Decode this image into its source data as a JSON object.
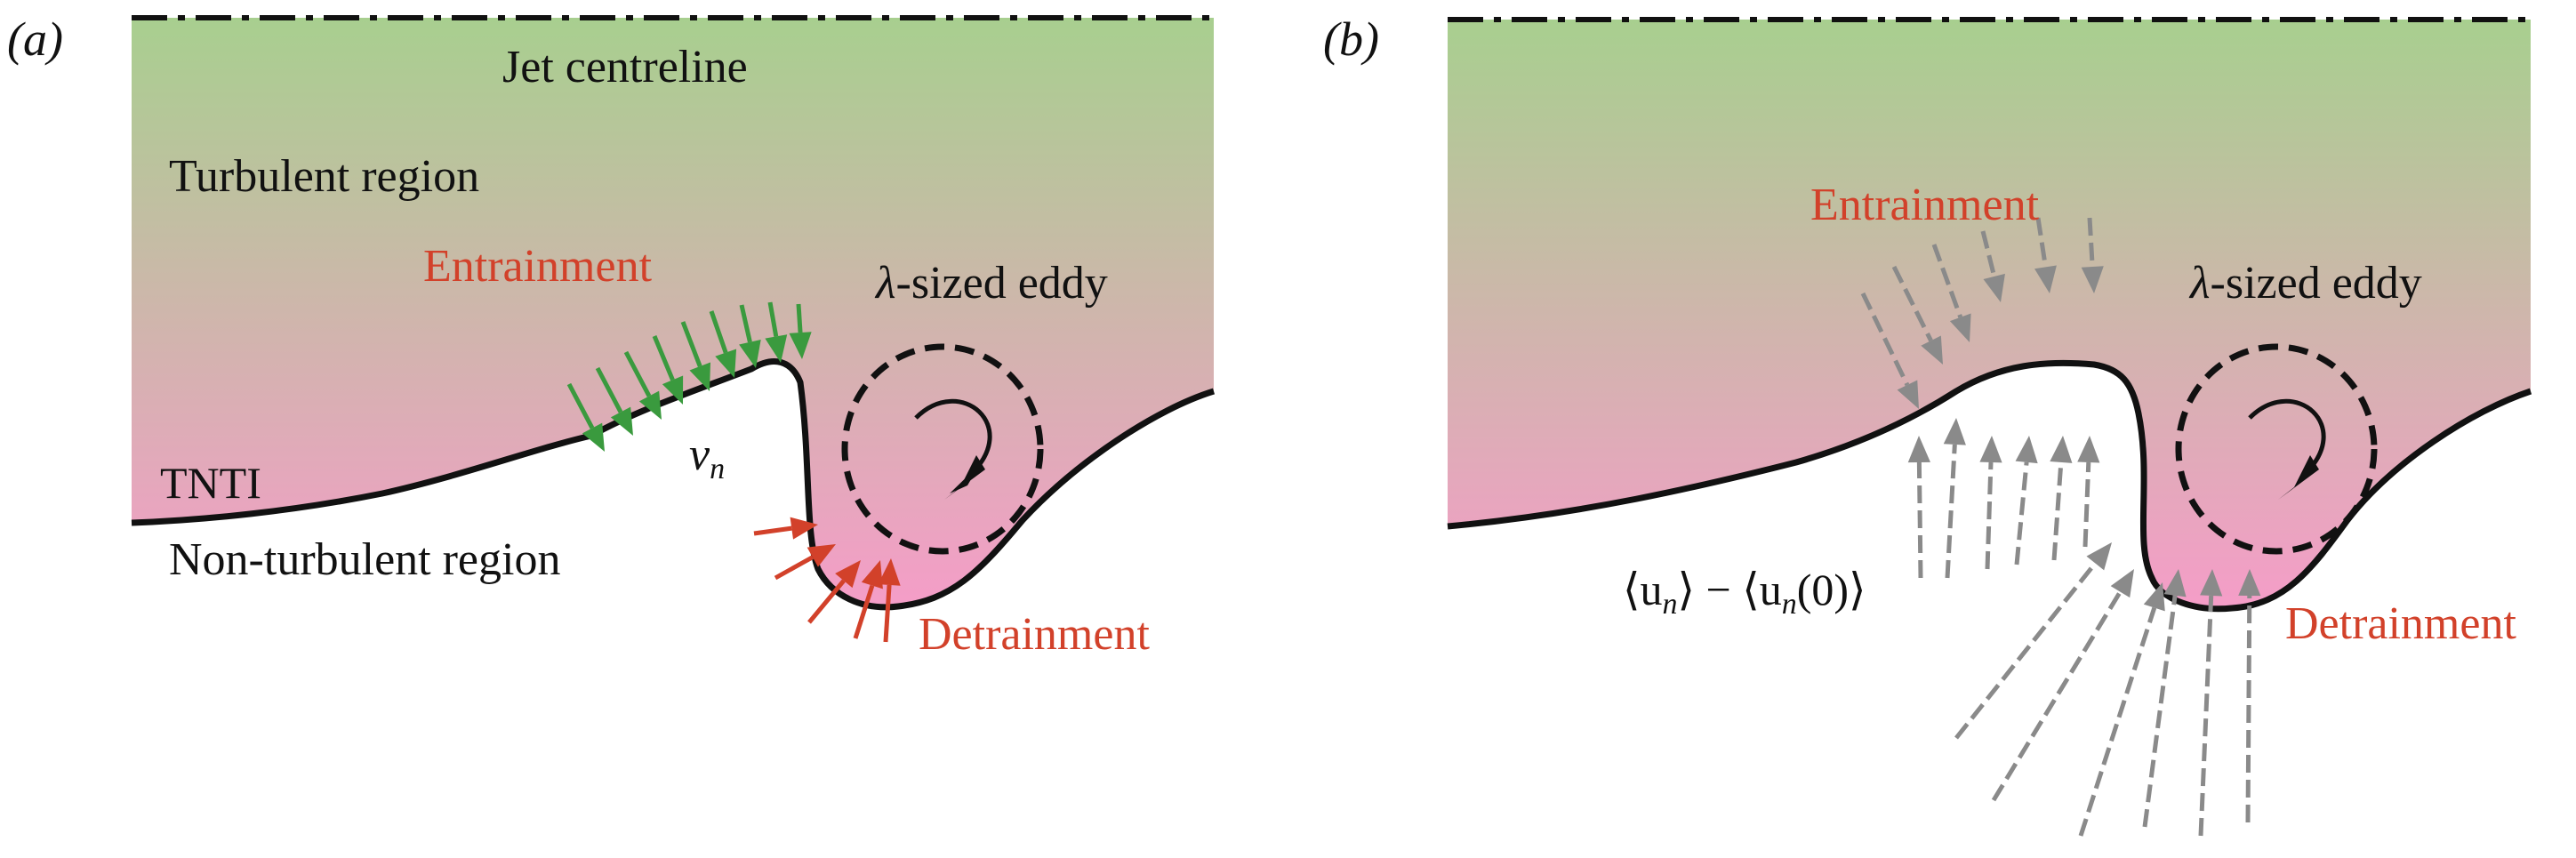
{
  "panel_a": {
    "tag": "(a)",
    "jet_centreline": "Jet centreline",
    "turbulent_region": "Turbulent region",
    "entrainment": "Entrainment",
    "eddy_lambda": "λ",
    "eddy_suffix": "-sized eddy",
    "tnti": "TNTI",
    "vn_base": "v",
    "vn_sub": "n",
    "non_turbulent_region": "Non-turbulent region",
    "detrainment": "Detrainment"
  },
  "panel_b": {
    "tag": "(b)",
    "entrainment": "Entrainment",
    "eddy_lambda": "λ",
    "eddy_suffix": "-sized eddy",
    "detrainment": "Detrainment",
    "expr_p1": "⟨u",
    "expr_sub1": "n",
    "expr_p2": "⟩ − ⟨u",
    "expr_sub2": "n",
    "expr_p3": "(0)⟩"
  },
  "colors": {
    "turbulent_top": "#a8cf8f",
    "turbulent_bottom": "#f59dc8",
    "entrainment_arrow": "#3a9a3e",
    "detrainment_arrow": "#d2412a",
    "velocity_arrow": "#8a8a8a",
    "text_red": "#d2412a"
  }
}
